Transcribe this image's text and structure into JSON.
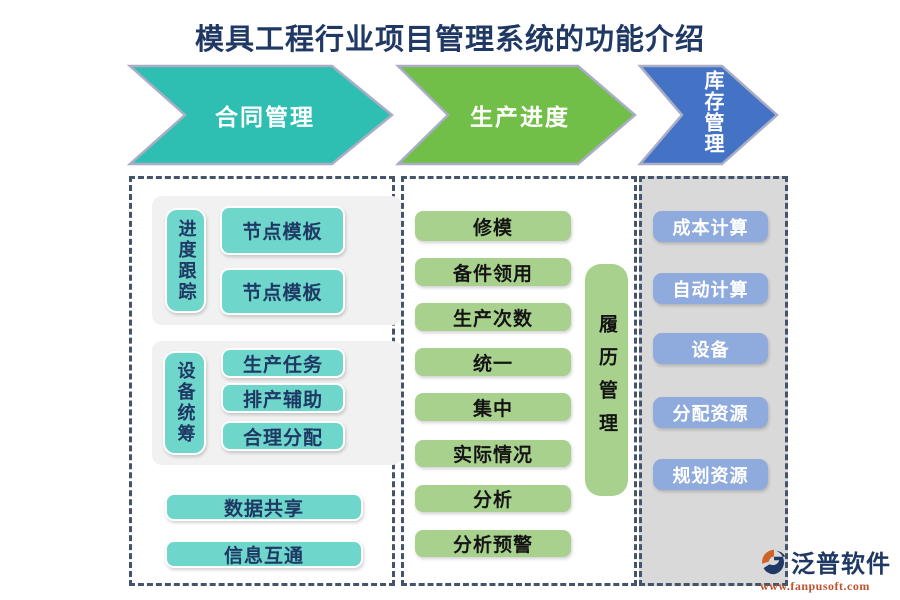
{
  "title": "模具工程行业项目管理系统的功能介绍",
  "colors": {
    "title_text": "#1F3864",
    "dashed_border": "#44546A",
    "teal_box": "#6ED6CA",
    "green_box": "#A9D18E",
    "blue_box": "#8FAADC",
    "right_panel_bg": "#D9D9D9"
  },
  "columns": [
    {
      "header": "合同管理",
      "header_color": "#2FBFB2",
      "header_border": "#A9AEC6",
      "groups": [
        {
          "side_label": "进度跟踪",
          "items": [
            "节点模板",
            "节点模板"
          ]
        },
        {
          "side_label": "设备统筹",
          "items": [
            "生产任务",
            "排产辅助",
            "合理分配"
          ]
        }
      ],
      "footer_items": [
        "数据共享",
        "信息互通"
      ]
    },
    {
      "header": "生产进度",
      "header_color": "#71BE48",
      "header_border": "#A9AEC6",
      "items": [
        "修模",
        "备件领用",
        "生产次数",
        "统一",
        "集中",
        "实际情况",
        "分析",
        "分析预警"
      ],
      "side_label": "履历管理"
    },
    {
      "header": "库存管理",
      "header_color": "#4472C4",
      "header_border": "#A9AEC6",
      "items": [
        "成本计算",
        "自动计算",
        "设备",
        "分配资源",
        "规划资源"
      ]
    }
  ],
  "watermark": {
    "brand": "泛普软件",
    "url": "www.fanpusoft.com"
  }
}
